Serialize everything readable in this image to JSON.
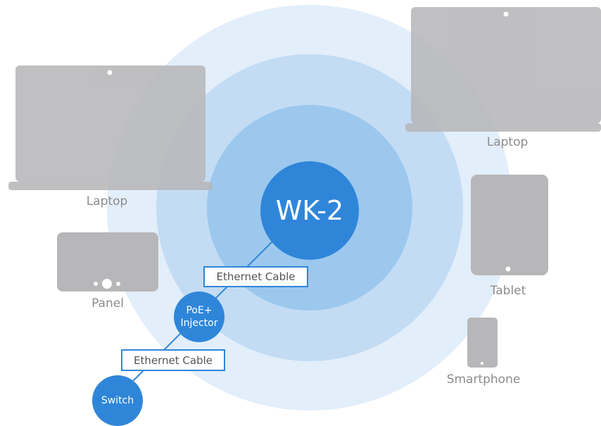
{
  "center": {
    "label": "WK-2"
  },
  "devices": [
    {
      "label": "Laptop"
    },
    {
      "label": "Laptop"
    },
    {
      "label": "Panel"
    },
    {
      "label": "Tablet"
    },
    {
      "label": "Smartphone"
    }
  ],
  "chain": {
    "injector_line1": "PoE+",
    "injector_line2": "Injector",
    "switch": "Switch",
    "cable_upper": "Ethernet Cable",
    "cable_lower": "Ethernet Cable"
  },
  "colors": {
    "hub": "#2f86d9",
    "ring_inner": "#9cc8ee",
    "ring_middle": "#c3dcf4",
    "ring_outer": "#e2eefa",
    "device_gray": "#b7b7b9"
  }
}
